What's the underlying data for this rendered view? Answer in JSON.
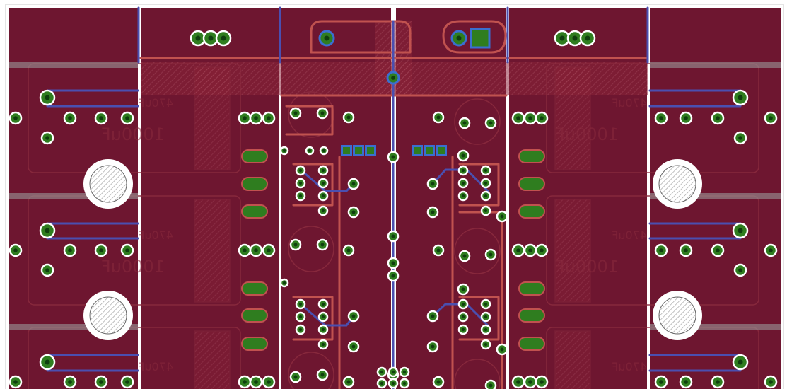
{
  "board": {
    "colors": {
      "background": "#ffffff",
      "copper_fill": "#6e1630",
      "top_trace": "#c0524f",
      "bottom_trace": "#4a4fb0",
      "pad_ring": "#2f7d1f",
      "via_ring": "#3a6fd0",
      "silkscreen": "#8a2a3e"
    },
    "silkscreen_labels": {
      "cap_470_a": "470uF",
      "cap_1000_a": "1000uF",
      "cap_470_b": "470uF",
      "cap_1000_b": "1000uF",
      "cap_470_c": "470uF",
      "cap_1000_c": "1000uF",
      "cap_470_d": "470uF",
      "cap_1000_d": "1000uF",
      "cap_470_e": "470uF",
      "cap_470_f": "470uF"
    }
  }
}
